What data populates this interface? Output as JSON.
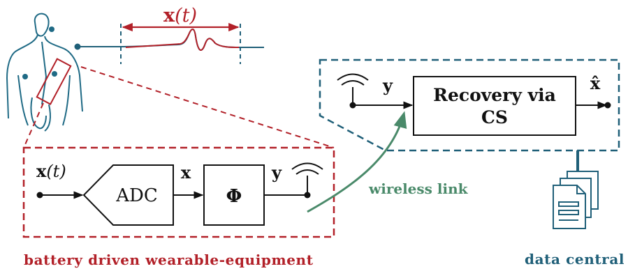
{
  "colors": {
    "red": "#b22028",
    "teal": "#1f5f78",
    "green": "#4a8a6a",
    "black": "#111111",
    "skin": "#1f6a85"
  },
  "signal": {
    "label_main": "x",
    "label_arg": "(t)"
  },
  "wearable": {
    "input_label_main": "x",
    "input_label_arg": "(t)",
    "adc_label": "ADC",
    "adc_out_label": "x",
    "phi_label": "Φ",
    "phi_out_label": "y",
    "caption": "battery driven wearable-equipment"
  },
  "link": {
    "label": "wireless link"
  },
  "central": {
    "in_label": "y",
    "recovery_line1": "Recovery via",
    "recovery_line2": "CS",
    "out_label": "x̂",
    "caption": "data central"
  }
}
